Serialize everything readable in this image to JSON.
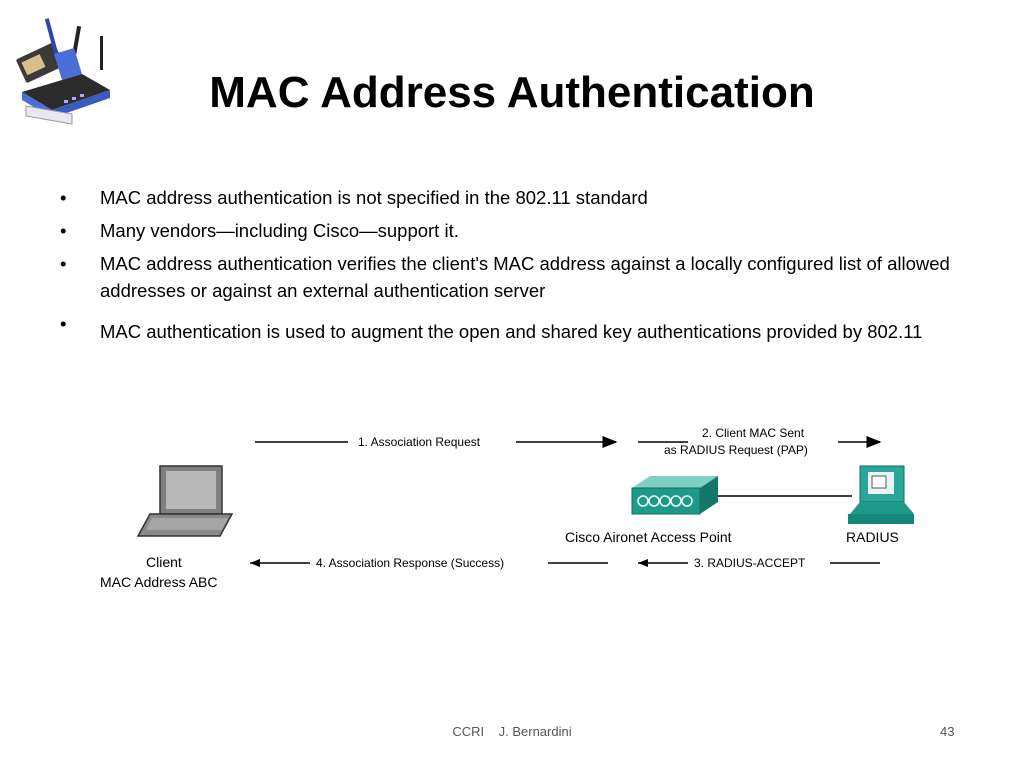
{
  "slide": {
    "title": "MAC Address Authentication",
    "bullets": [
      "MAC address authentication is not specified in the 802.11 standard",
      "Many vendors—including Cisco—support it.",
      "MAC address authentication verifies the client's MAC address against a locally configured list of allowed addresses or against an external authentication server",
      "MAC authentication is used to augment the open and shared key authentications provided by 802.11"
    ],
    "bullet_char": "•"
  },
  "diagram": {
    "step1": "1. Association Request",
    "step2_line1": "2. Client MAC Sent",
    "step2_line2": "as RADIUS Request (PAP)",
    "step3": "3. RADIUS-ACCEPT",
    "step4": "4. Association Response (Success)",
    "client_line1": "Client",
    "client_line2": "MAC Address ABC",
    "ap_label": "Cisco Aironet Access Point",
    "radius_label": "RADIUS"
  },
  "footer": {
    "text": "CCRI    J. Bernardini",
    "page": "43"
  },
  "icons": {
    "logo": "wireless-router-icon",
    "client": "laptop-icon",
    "ap": "access-point-icon",
    "server": "radius-server-icon"
  },
  "colors": {
    "ap_fill": "#1f9a8a",
    "server_fill": "#2aa69a",
    "router_blue": "#4a6fd8"
  }
}
